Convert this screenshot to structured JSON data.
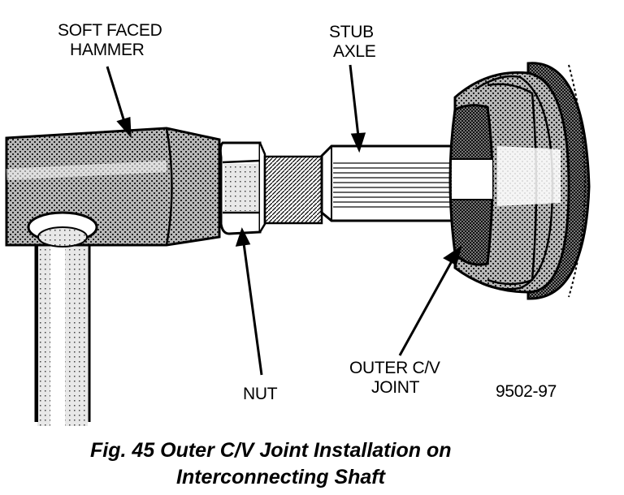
{
  "labels": {
    "hammer_line1": "SOFT FACED",
    "hammer_line2": "HAMMER",
    "stub_line1": "STUB",
    "stub_line2": "AXLE",
    "nut": "NUT",
    "cv_line1": "OUTER C/V",
    "cv_line2": "JOINT",
    "figure_number": "9502-97"
  },
  "caption": {
    "line1": "Fig. 45 Outer C/V Joint Installation on",
    "line2": "Interconnecting Shaft"
  }
}
